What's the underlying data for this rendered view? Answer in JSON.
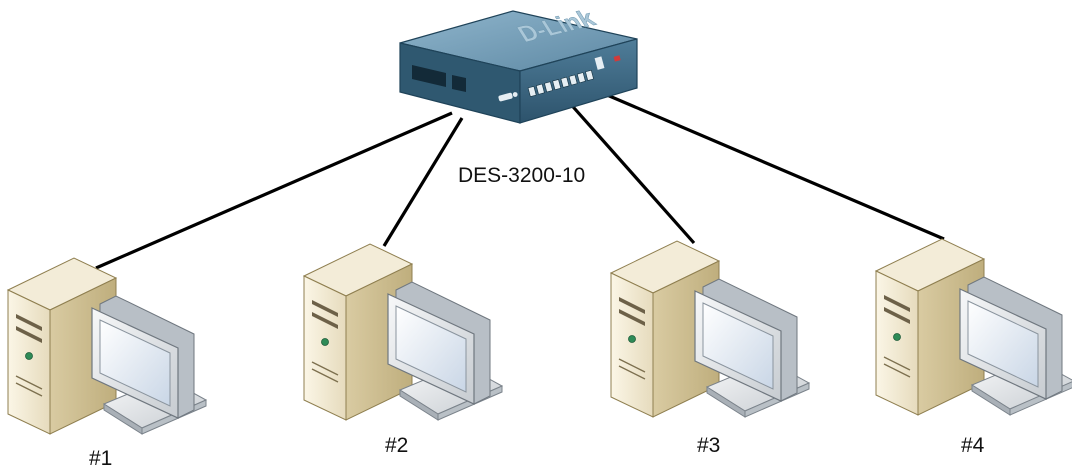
{
  "switch": {
    "model_label": "DES-3200-10",
    "brand_label": "D-Link",
    "body_color": "#4d7a95",
    "top_color": "#7fa6bd",
    "dark_color": "#1d3a4f",
    "port_count": 8
  },
  "computers": [
    {
      "label": "#1"
    },
    {
      "label": "#2"
    },
    {
      "label": "#3"
    },
    {
      "label": "#4"
    }
  ],
  "colors": {
    "cable": "#000000",
    "case_light": "#f3ecd8",
    "case_mid": "#e0d4b2",
    "case_dark": "#b8a877",
    "screen": "#dde7f2",
    "bezel": "#eef0f2",
    "led": "#2e8b57"
  }
}
